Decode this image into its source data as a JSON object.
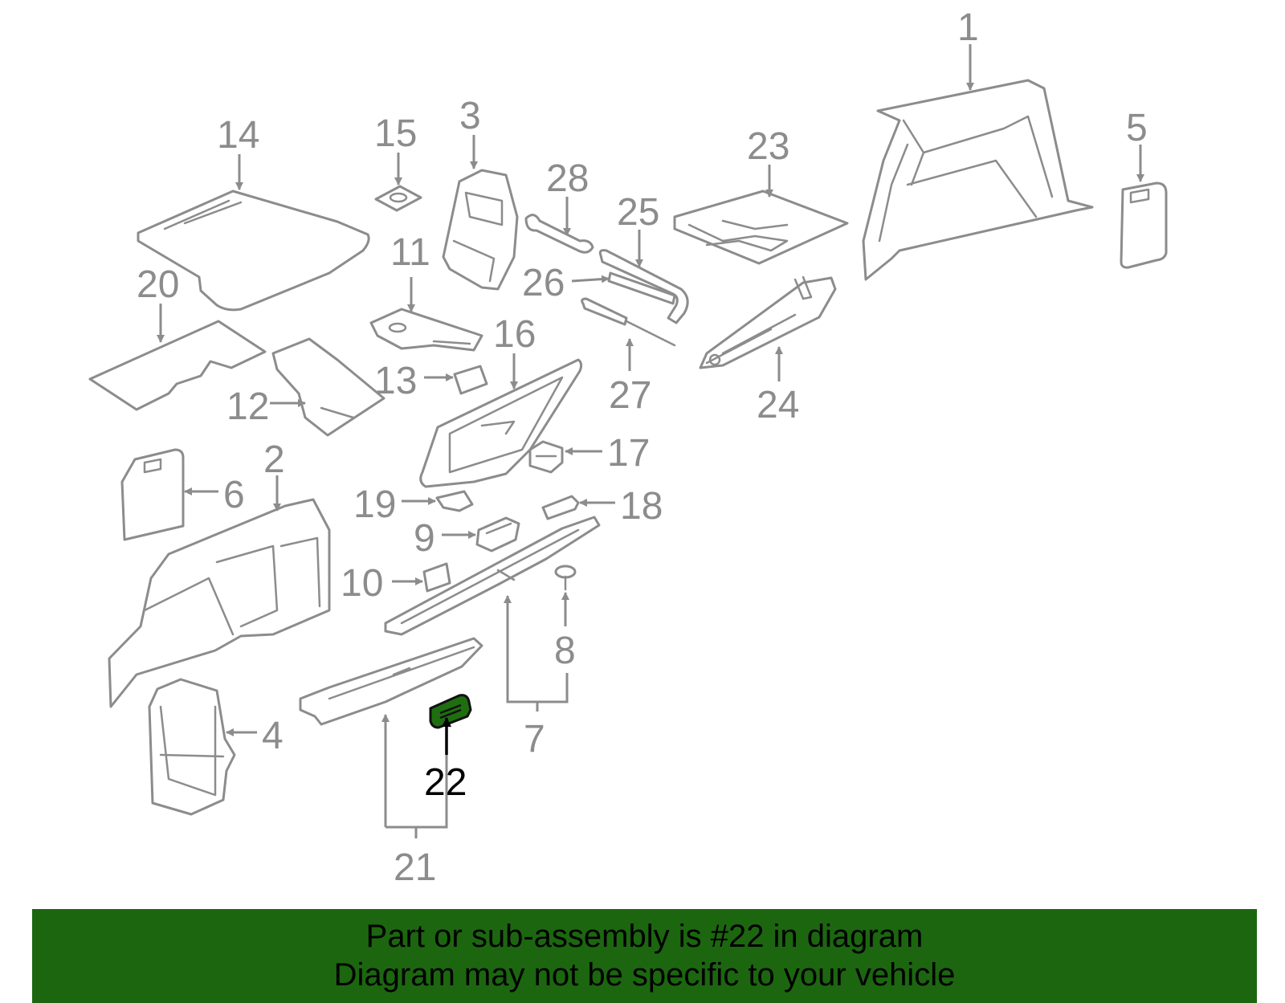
{
  "callouts": {
    "c1": "1",
    "c2": "2",
    "c3": "3",
    "c4": "4",
    "c5": "5",
    "c6": "6",
    "c7": "7",
    "c8": "8",
    "c9": "9",
    "c10": "10",
    "c11": "11",
    "c12": "12",
    "c13": "13",
    "c14": "14",
    "c15": "15",
    "c16": "16",
    "c17": "17",
    "c18": "18",
    "c19": "19",
    "c20": "20",
    "c21": "21",
    "c22": "22",
    "c23": "23",
    "c24": "24",
    "c25": "25",
    "c26": "26",
    "c27": "27",
    "c28": "28"
  },
  "highlight": {
    "part": "22",
    "fill_color": "#1f6e10"
  },
  "banner": {
    "line1": "Part or sub-assembly is #22 in diagram",
    "line2": "Diagram may not be specific to your vehicle",
    "background_color": "#1c6610"
  }
}
